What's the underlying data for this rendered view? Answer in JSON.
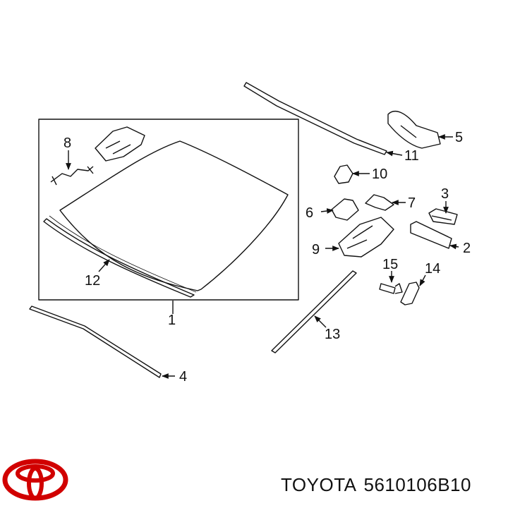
{
  "callouts": [
    {
      "id": "c1",
      "text": "1"
    },
    {
      "id": "c2",
      "text": "2"
    },
    {
      "id": "c3",
      "text": "3"
    },
    {
      "id": "c4",
      "text": "4"
    },
    {
      "id": "c5",
      "text": "5"
    },
    {
      "id": "c6",
      "text": "6"
    },
    {
      "id": "c7",
      "text": "7"
    },
    {
      "id": "c8",
      "text": "8"
    },
    {
      "id": "c9",
      "text": "9"
    },
    {
      "id": "c10",
      "text": "10"
    },
    {
      "id": "c11",
      "text": "11"
    },
    {
      "id": "c12",
      "text": "12"
    },
    {
      "id": "c13",
      "text": "13"
    },
    {
      "id": "c14",
      "text": "14"
    },
    {
      "id": "c15",
      "text": "15"
    }
  ],
  "footer": {
    "brand": "TOYOTA",
    "part_number": "5610106B10",
    "logo_icon": "toyota-logo-icon",
    "logo_color": "#d10000"
  }
}
